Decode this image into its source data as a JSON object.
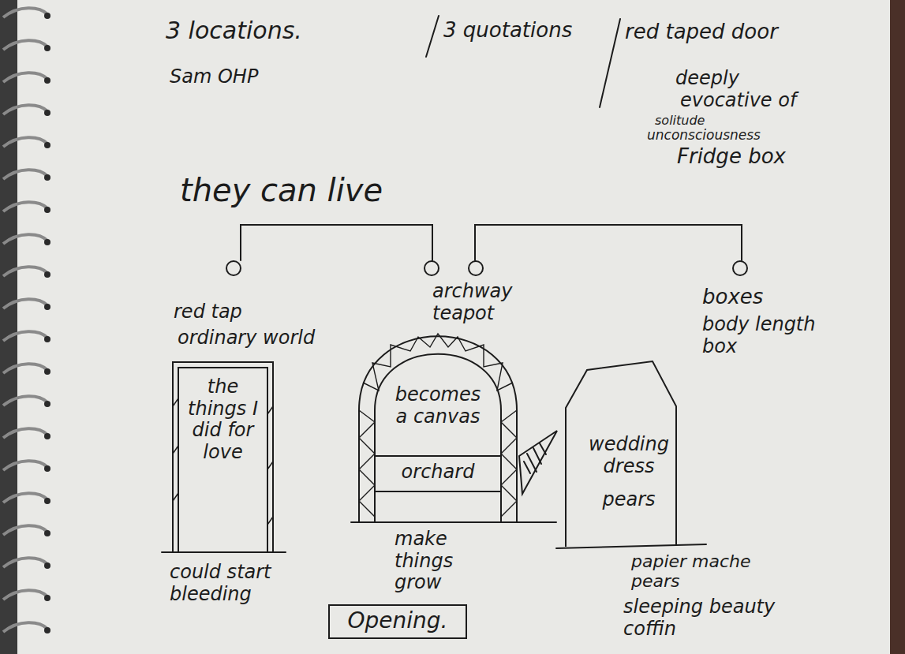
{
  "diagram": {
    "nodes": [
      {
        "text": [
          "the things I did for love"
        ]
      },
      {
        "text": [
          "becomes a canvas",
          "orchard"
        ]
      },
      {
        "text": [
          "wedding dress",
          "pears"
        ]
      },
      {
        "text": [
          "Opening."
        ]
      }
    ],
    "labels": [
      "3 locations.",
      "3 quotations",
      "red taped door",
      "Sam OHP",
      "deeply",
      "evocative of",
      "solitude",
      "unconsciousness",
      "Fridge box",
      "they can live",
      "red tap",
      "ordinary world",
      "could start bleeding",
      "archway teapot",
      "make things grow",
      "boxes",
      "body length box",
      "papier mache pears",
      "sleeping beauty coffin"
    ]
  }
}
